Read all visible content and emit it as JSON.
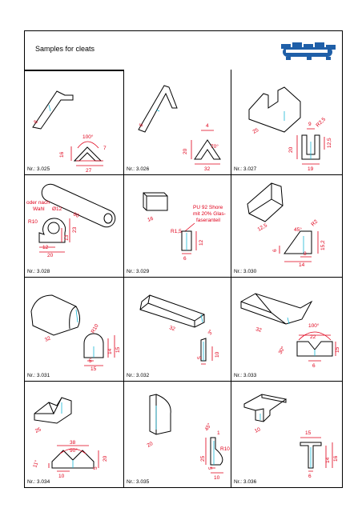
{
  "header": {
    "title": "Samples for cleats",
    "logo_alt": "company-logo"
  },
  "colors": {
    "dimension": "#e0001a",
    "outline": "#000000",
    "centerline": "#19b6d4",
    "logo_blue": "#1f5fa8"
  },
  "items": [
    {
      "number": "Nr.: 3.025",
      "dims": [
        "6",
        "16",
        "100°",
        "7",
        "27"
      ]
    },
    {
      "number": "Nr.: 3.026",
      "dims": [
        "6",
        "4",
        "20",
        "70°",
        "32"
      ]
    },
    {
      "number": "Nr.: 3.027",
      "dims": [
        "25",
        "9",
        "R2,5",
        "20",
        "12,5",
        "19"
      ]
    },
    {
      "number": "Nr.: 3.028",
      "dims": [
        "oder nach",
        "Wahl",
        "Ø12",
        "60",
        "R10",
        "23",
        "13",
        "12",
        "20"
      ]
    },
    {
      "number": "Nr.: 3.029",
      "dims": [
        "16",
        "PU 92 Shore",
        "mit 20% Glas-",
        "faseranteil",
        "R1,5",
        "12",
        "6"
      ]
    },
    {
      "number": "Nr.: 3.030",
      "dims": [
        "12,5",
        "45°",
        "R2",
        "15,2",
        "6",
        "8",
        "14"
      ]
    },
    {
      "number": "Nr.: 3.031",
      "dims": [
        "32",
        "R10",
        "14",
        "15",
        "5",
        "15"
      ]
    },
    {
      "number": "Nr.: 3.032",
      "dims": [
        "32",
        "3°",
        "10",
        "5"
      ]
    },
    {
      "number": "Nr.: 3.033",
      "dims": [
        "32",
        "100°",
        "22",
        "30°",
        "15",
        "6"
      ]
    },
    {
      "number": "Nr.: 3.034",
      "dims": [
        "25",
        "38",
        "90°",
        "11°",
        "5",
        "20",
        "10"
      ]
    },
    {
      "number": "Nr.: 3.035",
      "dims": [
        "20",
        "45°",
        "1",
        "R10",
        "25",
        "5",
        "10"
      ]
    },
    {
      "number": "Nr.: 3.036",
      "dims": [
        "10",
        "15",
        "14",
        "16",
        "6"
      ]
    }
  ]
}
